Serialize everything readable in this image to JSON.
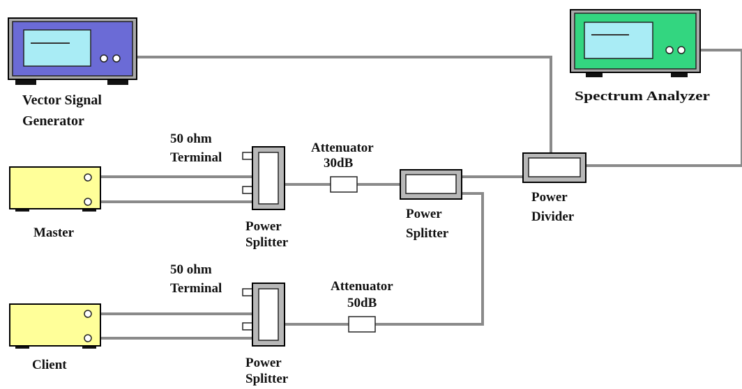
{
  "devices": {
    "vector_signal_generator": {
      "label_line1": "Vector Signal",
      "label_line2": "Generator"
    },
    "spectrum_analyzer": {
      "label": "Spectrum  Analyzer"
    },
    "master": {
      "label": "Master"
    },
    "client": {
      "label": "Client"
    }
  },
  "terminals": {
    "top": {
      "line1": "50 ohm",
      "line2": "Terminal"
    },
    "bottom": {
      "line1": "50 ohm",
      "line2": "Terminal"
    }
  },
  "attenuators": {
    "top": {
      "line1": "Attenuator",
      "line2": "30dB"
    },
    "bottom": {
      "line1": "Attenuator",
      "line2": "50dB"
    }
  },
  "splitters": {
    "top": {
      "line1": "Power",
      "line2": "Splitter"
    },
    "bottom": {
      "line1": "Power",
      "line2": "Splitter"
    },
    "middle": {
      "line1": "Power",
      "line2": "Splitter"
    }
  },
  "divider": {
    "line1": "Power",
    "line2": "Divider"
  },
  "colors": {
    "generator_body": "#6b6bd6",
    "analyzer_body": "#33d680",
    "screen": "#a9ecf5",
    "station_body": "#ffff99",
    "component_fill": "#b8b8b8",
    "wire": "#8a8a8a"
  }
}
